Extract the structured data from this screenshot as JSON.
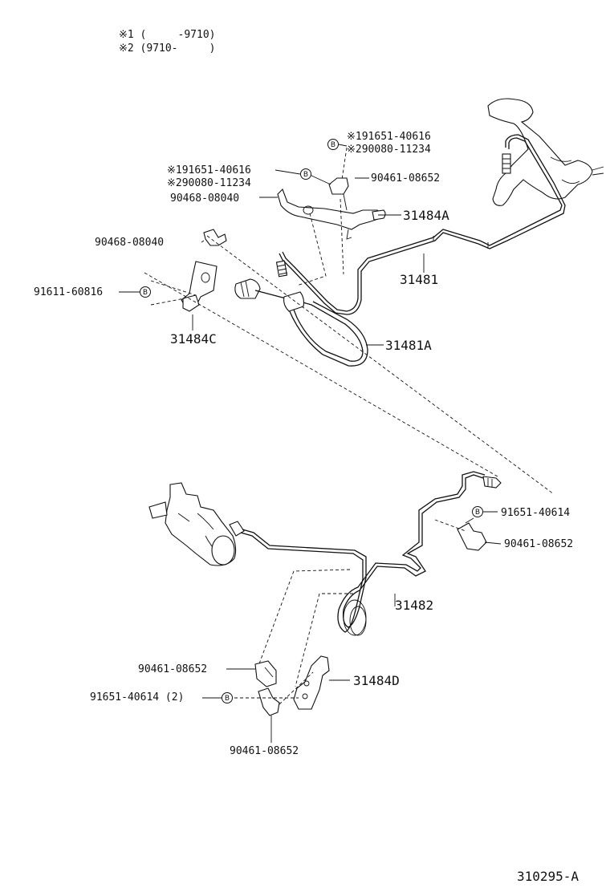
{
  "notes": {
    "line1": "※1 (     -9710)",
    "line2": "※2 (9710-     )"
  },
  "bolt_marker": "B",
  "labels": {
    "top_right_alt1": "※191651-40616",
    "top_right_alt2": "※290080-11234",
    "top_right_clip": "90461-08652",
    "mid_alt1": "※191651-40616",
    "mid_alt2": "※290080-11234",
    "clip_upper": "90468-08040",
    "bracket_a": "31484A",
    "clip_left": "90468-08040",
    "tube_upper": "31481",
    "bolt_left": "91611-60816",
    "bracket_c": "31484C",
    "hose": "31481A",
    "bolt_lower_right": "91651-40614",
    "clip_lower_right": "90461-08652",
    "tube_lower": "31482",
    "clip_lower_left": "90461-08652",
    "bracket_d": "31484D",
    "bolt_lower_left": "91651-40614 (2)",
    "clip_bottom": "90461-08652"
  },
  "figure_id": "310295-A"
}
